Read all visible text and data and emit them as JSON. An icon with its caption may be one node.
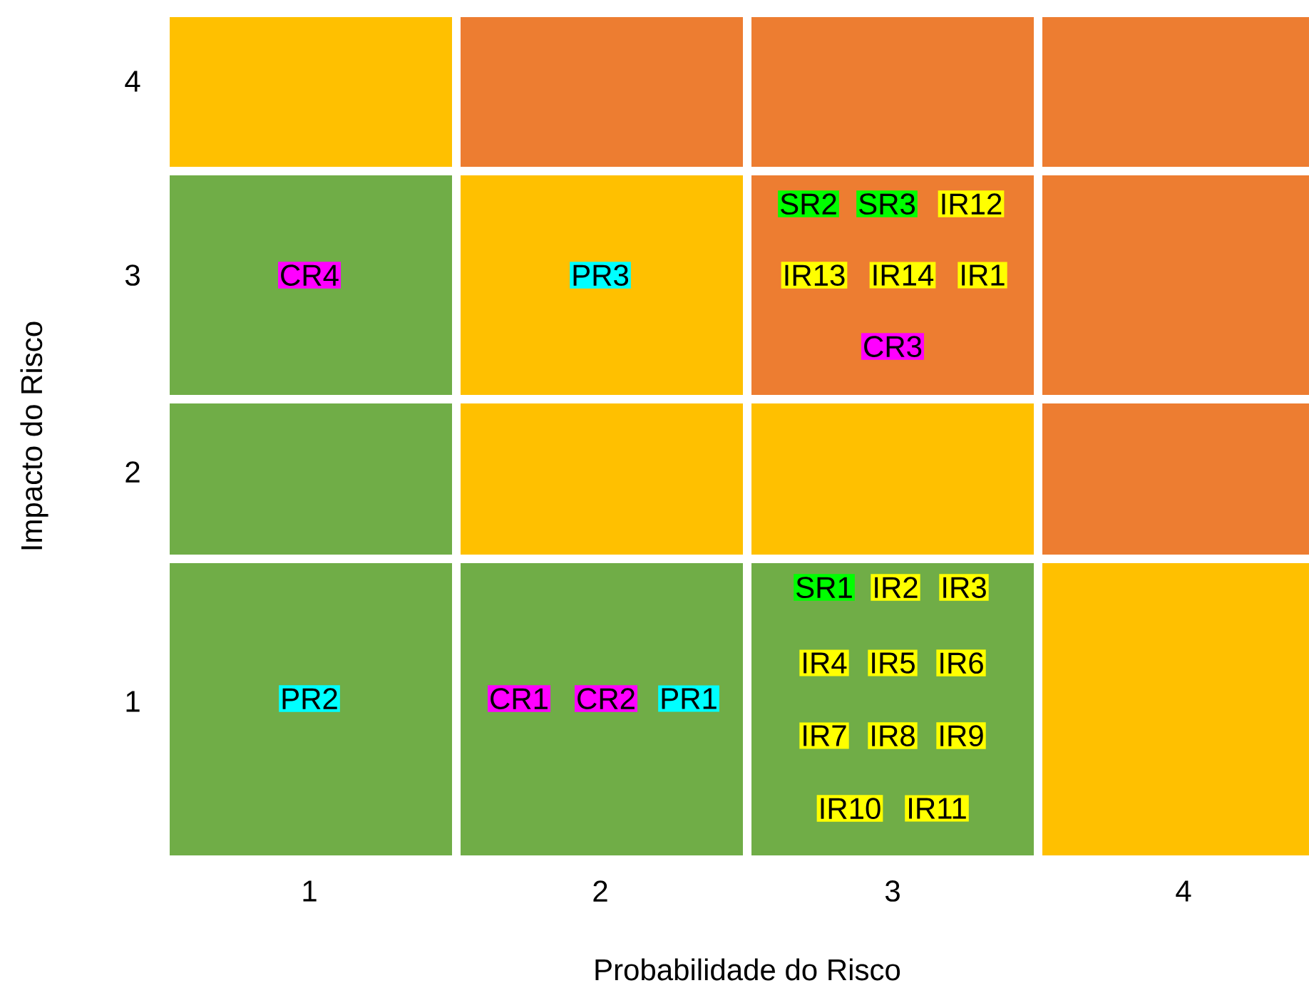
{
  "diagram": {
    "nodes": [
      {
        "text": [],
        "shape": "box"
      },
      {
        "text": [],
        "shape": "box"
      },
      {
        "text": [],
        "shape": "box"
      },
      {
        "text": [],
        "shape": "box"
      },
      {
        "text": [],
        "shape": "box"
      },
      {
        "text": [
          "CR4"
        ],
        "in": 4
      },
      {
        "text": [],
        "shape": "box"
      },
      {
        "text": [
          "PR3"
        ],
        "in": 6
      },
      {
        "text": [],
        "shape": "box"
      },
      {
        "text": [
          "SR2"
        ],
        "in": 8
      },
      {
        "text": [
          "SR3"
        ],
        "in": 8
      },
      {
        "text": [
          "IR12"
        ],
        "in": 8
      },
      {
        "text": [
          "IR13"
        ],
        "in": 8
      },
      {
        "text": [
          "IR14"
        ],
        "in": 8
      },
      {
        "text": [
          "IR1"
        ],
        "in": 8
      },
      {
        "text": [
          "CR3"
        ],
        "in": 8
      },
      {
        "text": [],
        "shape": "box"
      },
      {
        "text": [],
        "shape": "box"
      },
      {
        "text": [],
        "shape": "box"
      },
      {
        "text": [],
        "shape": "box"
      },
      {
        "text": [],
        "shape": "box"
      },
      {
        "text": [],
        "shape": "box"
      },
      {
        "text": [
          "PR2"
        ],
        "in": 21
      },
      {
        "text": [],
        "shape": "box"
      },
      {
        "text": [
          "CR1"
        ],
        "in": 23
      },
      {
        "text": [
          "CR2"
        ],
        "in": 23
      },
      {
        "text": [
          "PR1"
        ],
        "in": 23
      },
      {
        "text": [],
        "shape": "box"
      },
      {
        "text": [
          "SR1"
        ],
        "in": 27
      },
      {
        "text": [
          "IR2"
        ],
        "in": 27
      },
      {
        "text": [
          "IR3"
        ],
        "in": 27
      },
      {
        "text": [
          "IR4"
        ],
        "in": 27
      },
      {
        "text": [
          "IR5"
        ],
        "in": 27
      },
      {
        "text": [
          "IR6"
        ],
        "in": 27
      },
      {
        "text": [
          "IR7"
        ],
        "in": 27
      },
      {
        "text": [
          "IR8"
        ],
        "in": 27
      },
      {
        "text": [
          "IR9"
        ],
        "in": 27
      },
      {
        "text": [
          "IR10"
        ],
        "in": 27
      },
      {
        "text": [
          "IR11"
        ],
        "in": 27
      },
      {
        "text": [],
        "shape": "box"
      }
    ],
    "labels": [
      "4",
      "3",
      "2",
      "1",
      "Impacto do Risco",
      "1",
      "2",
      "3",
      "4",
      "Probabilidade do Risco"
    ]
  }
}
